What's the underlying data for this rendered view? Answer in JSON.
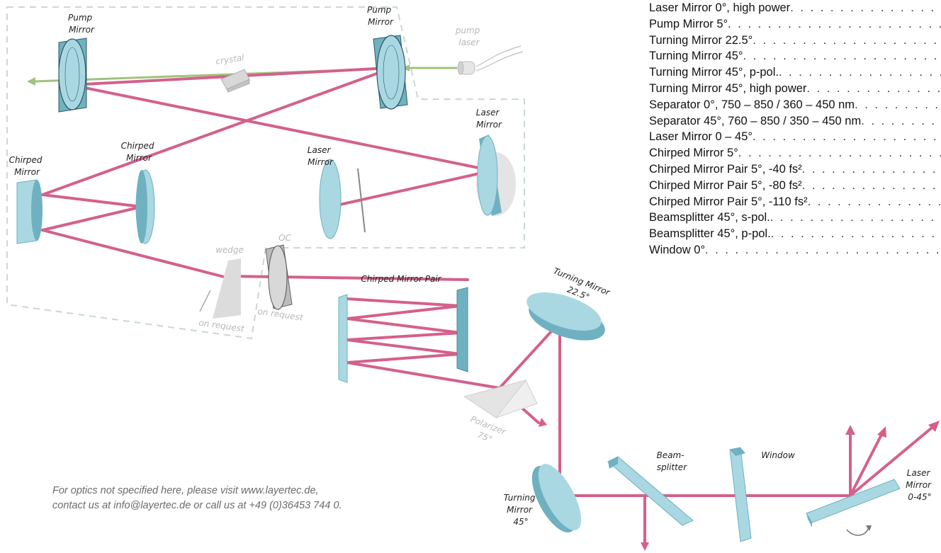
{
  "labels": {
    "pump_mirror_left": [
      "Pump",
      "Mirror"
    ],
    "pump_mirror_right": [
      "Pump",
      "Mirror"
    ],
    "pump_laser": [
      "pump",
      "laser"
    ],
    "crystal": "crystal",
    "laser_mirror_right": [
      "Laser",
      "Mirror"
    ],
    "laser_mirror_mid": [
      "Laser",
      "Mirror"
    ],
    "chirped_mirror_left": [
      "Chirped",
      "Mirror"
    ],
    "chirped_mirror_mid": [
      "Chirped",
      "Mirror"
    ],
    "wedge": "wedge",
    "wedge_on_request": "on request",
    "oc": "OC",
    "oc_on_request": "on request",
    "chirped_mirror_pair": "Chirped Mirror Pair",
    "turning_mirror_22": [
      "Turning Mirror",
      "22.5°"
    ],
    "polarizer": [
      "Polarizer",
      "75°"
    ],
    "turning_mirror_45": [
      "Turning",
      "Mirror",
      "45°"
    ],
    "beamsplitter": [
      "Beam-",
      "splitter"
    ],
    "window": "Window",
    "laser_mirror_0_45": [
      "Laser",
      "Mirror",
      "0-45°"
    ]
  },
  "legend": [
    {
      "text": "Laser Mirror 0°, high power"
    },
    {
      "text": "Pump Mirror 5°"
    },
    {
      "text": "Turning Mirror 22.5°"
    },
    {
      "text": "Turning Mirror 45°"
    },
    {
      "text": "Turning Mirror 45°, p-pol."
    },
    {
      "text": "Turning Mirror 45°, high power"
    },
    {
      "text": "Separator 0°, 750 – 850 / 360 – 450 nm"
    },
    {
      "text": "Separator 45°, 760 – 850 / 350 – 450 nm"
    },
    {
      "text": "Laser Mirror 0 – 45°"
    },
    {
      "text": "Chirped Mirror 5°"
    },
    {
      "text": "Chirped Mirror Pair 5°, -40 fs²"
    },
    {
      "text": "Chirped Mirror Pair 5°, -80 fs²"
    },
    {
      "text": "Chirped Mirror Pair 5°, -110 fs²"
    },
    {
      "text": "Beamsplitter 45°, s-pol."
    },
    {
      "text": "Beamsplitter 45°, p-pol."
    },
    {
      "text": "Window 0°"
    }
  ],
  "footnote": {
    "line1": "For optics not specified here, please visit www.layertec.de,",
    "line2": "contact us at info@layertec.de or call us at +49 (0)36453 744 0."
  },
  "colors": {
    "beam": "#d4608c",
    "pump_beam": "#9fc27e",
    "optic_face": "#a9d8e2",
    "optic_side": "#6fb1c0",
    "optic_edge": "#4b8a99",
    "dashed_outline": "#c8d8d6",
    "grey_component": "#d7d7d7"
  }
}
